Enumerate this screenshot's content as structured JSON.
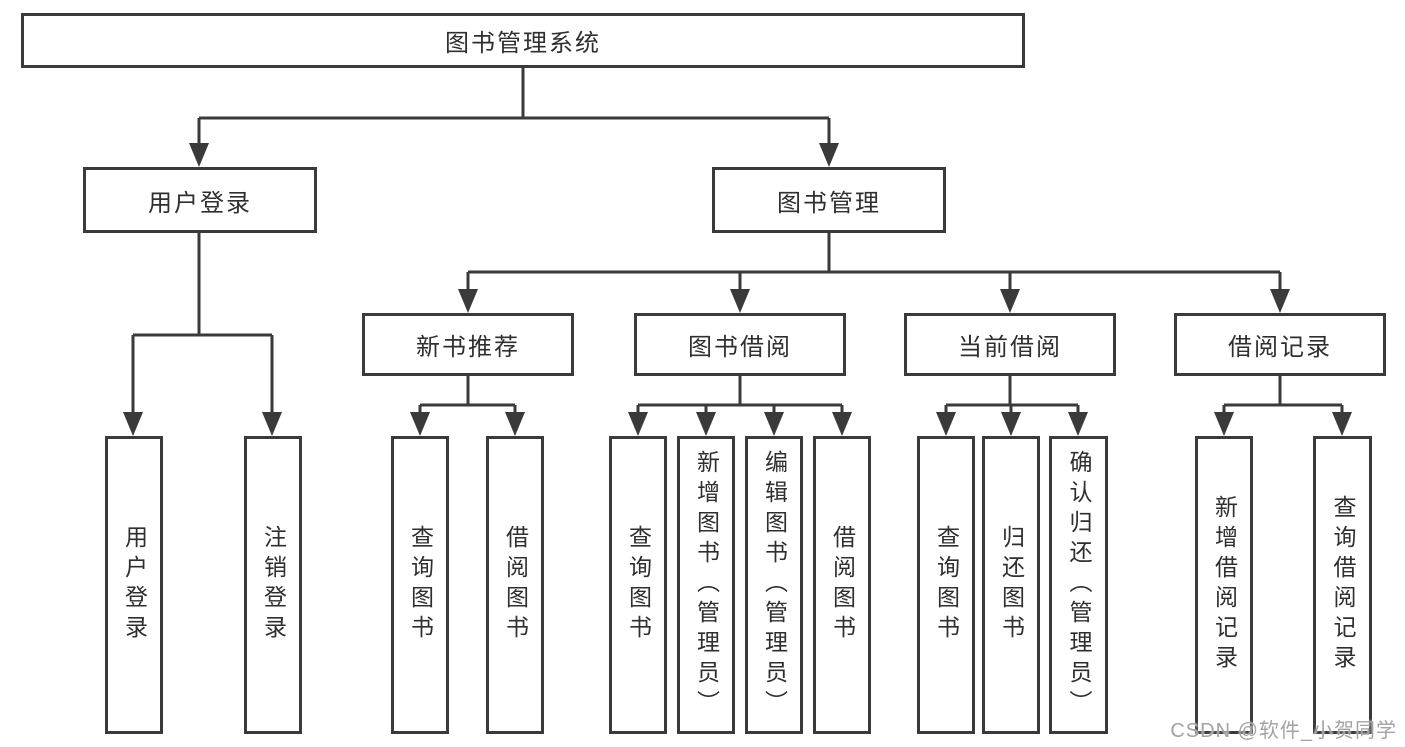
{
  "tree": {
    "label": "图书管理系统",
    "children": [
      {
        "label": "用户登录",
        "children": [
          {
            "label": "用户登录"
          },
          {
            "label": "注销登录"
          }
        ]
      },
      {
        "label": "图书管理",
        "children": [
          {
            "label": "新书推荐",
            "children": [
              {
                "label": "查询图书"
              },
              {
                "label": "借阅图书"
              }
            ]
          },
          {
            "label": "图书借阅",
            "children": [
              {
                "label": "查询图书"
              },
              {
                "label": "新增图书（管理员）"
              },
              {
                "label": "编辑图书（管理员）"
              },
              {
                "label": "借阅图书"
              }
            ]
          },
          {
            "label": "当前借阅",
            "children": [
              {
                "label": "查询图书"
              },
              {
                "label": "归还图书"
              },
              {
                "label": "确认归还（管理员）"
              }
            ]
          },
          {
            "label": "借阅记录",
            "children": [
              {
                "label": "新增借阅记录"
              },
              {
                "label": "查询借阅记录"
              }
            ]
          }
        ]
      }
    ]
  },
  "watermark": "CSDN @软件_小贺同学",
  "colors": {
    "line": "#3a3a3a",
    "box_border": "#3a3a3a",
    "text": "#2f2f2f",
    "watermark_text": "#a3a3a3",
    "background": "#ffffff"
  }
}
